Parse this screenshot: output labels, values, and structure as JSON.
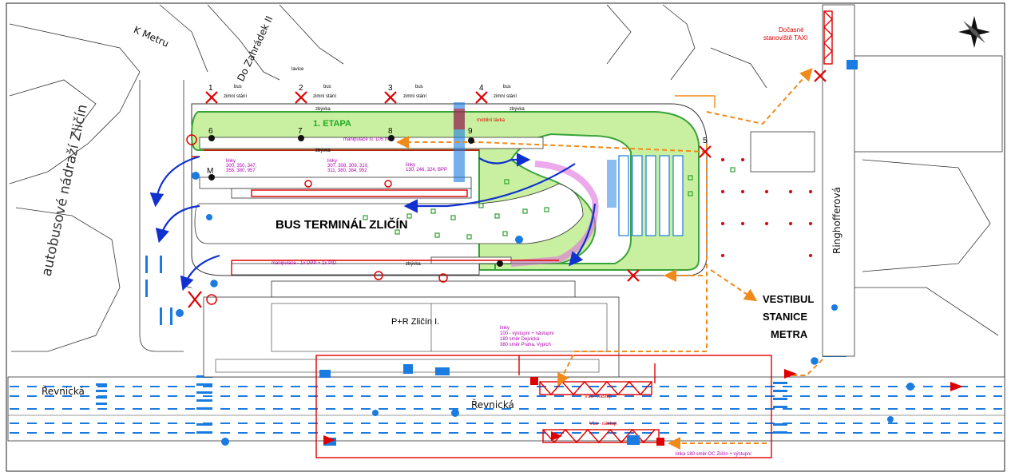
{
  "title": "BUS TERMINÁL ZLIČÍN",
  "stage_label": "1. ETAPA",
  "parking_label": "P+R Zličín I.",
  "vestibule_label": [
    "VESTIBUL",
    "STANICE",
    "METRA"
  ],
  "taxi_label": [
    "Dočasné",
    "stanoviště TAXI"
  ],
  "streets": {
    "k_metru": "K Metru",
    "do_zahradek": "Do Zahrádek II",
    "revnicka_left": "Řevnická",
    "revnicka_mid": "Řevnická",
    "ringhofferova": "Ringhofferová",
    "autobusove": "autobusové nádraží Zličín"
  },
  "stop_numbers": [
    "1",
    "2",
    "3",
    "4",
    "5",
    "6",
    "7",
    "8",
    "9",
    "M"
  ],
  "line_groups": {
    "group_a": [
      "linky",
      "300, 350, 347,",
      "356, 380, 957"
    ],
    "group_b": [
      "linky",
      "307, 308, 309, 310,",
      "311, 380, 384, 952"
    ],
    "group_c": [
      "linky",
      "130, 246, 324, BPP"
    ]
  },
  "manipulation_labels": {
    "top": "manipulace sl. 105 m",
    "bottom": "manipulace - 1x DPP + 1x PID"
  },
  "purple_note": [
    "linky",
    "100 - výstupní + nástupní",
    "180 směr Dejvická",
    "380 směr Praha, Vypich"
  ],
  "v1_labels": {
    "v1a_upper": "V1a - nástup",
    "v1a_lower": "V1a - nástup"
  },
  "bottom_note": "linka 180 směr OC Zličín + výstupní",
  "misc_labels": {
    "zbv": "zbývka",
    "bus": "bus",
    "zima": "zimní stání",
    "lavice": "lavice",
    "mobilni": "mobilní lávka"
  },
  "colors": {
    "grass": "#c9f0a0",
    "grass_edge": "#3aa23a",
    "road_marking": "#1a7be0",
    "route_blue": "#1030d0",
    "route_orange": "#f08a1a",
    "closure_red": "#e00000",
    "building": "#000000",
    "accent_magenta": "#c000c0"
  }
}
